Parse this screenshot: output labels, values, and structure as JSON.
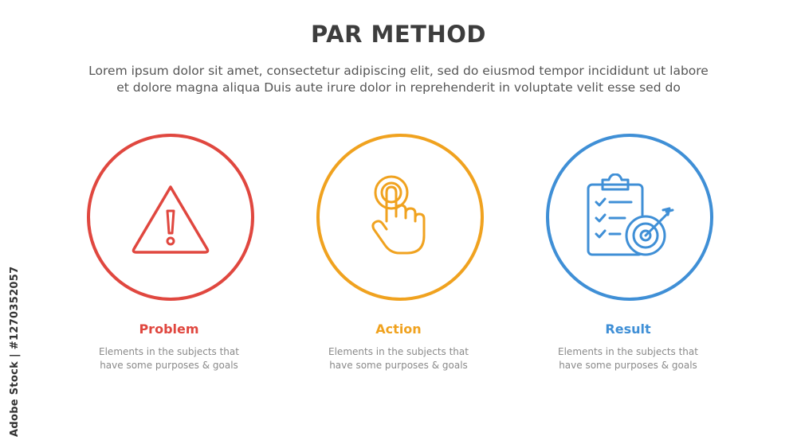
{
  "header": {
    "title": "PAR METHOD",
    "subtitle_line1": "Lorem ipsum dolor sit amet, consectetur adipiscing elit, sed do eiusmod tempor incididunt ut labore",
    "subtitle_line2": "et dolore magna aliqua Duis aute irure dolor in reprehenderit in voluptate velit esse sed do"
  },
  "stages": [
    {
      "title": "Problem",
      "desc_line1": "Elements in the subjects that",
      "desc_line2": "have  some purposes & goals",
      "color": "#e0473f",
      "icon": "warning-triangle-icon"
    },
    {
      "title": "Action",
      "desc_line1": "Elements in the subjects that",
      "desc_line2": "have  some purposes & goals",
      "color": "#f0a21f",
      "icon": "hand-tap-icon"
    },
    {
      "title": "Result",
      "desc_line1": "Elements in the subjects that",
      "desc_line2": "have  some purposes & goals",
      "color": "#3f8fd6",
      "icon": "clipboard-target-icon"
    }
  ],
  "watermark": {
    "text": "Adobe Stock | #1270352057"
  }
}
